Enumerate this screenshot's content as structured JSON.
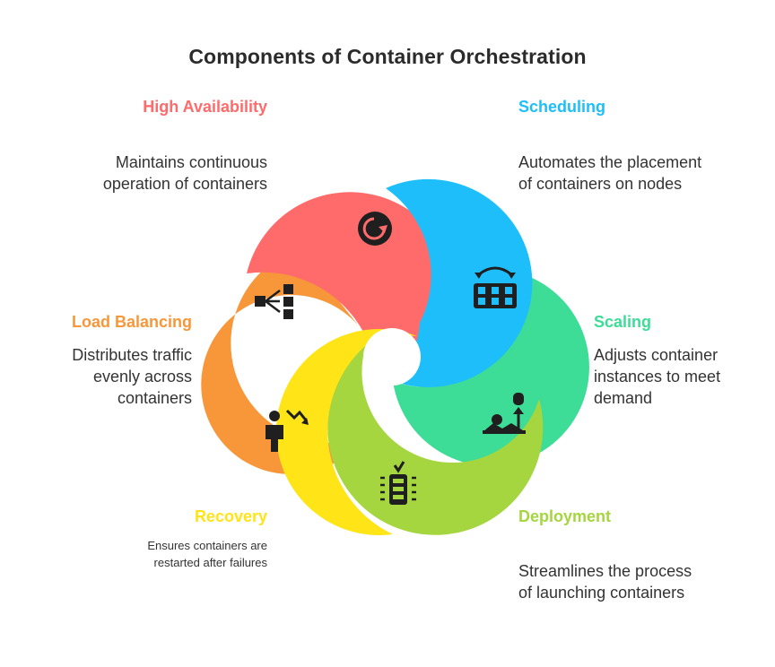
{
  "title": "Components of Container Orchestration",
  "colors": {
    "high_availability": "#FF6B6B",
    "scheduling": "#1EBEFA",
    "scaling": "#3DDC97",
    "deployment": "#A5D63F",
    "recovery": "#FFE418",
    "load_balancing": "#F7973A",
    "icon": "#1f1f1f"
  },
  "components": {
    "high_availability": {
      "label": "High Availability",
      "desc_lines": [
        "Maintains continuous",
        "operation of containers"
      ],
      "icon": "power-restart-icon"
    },
    "scheduling": {
      "label": "Scheduling",
      "desc_lines": [
        "Automates the placement",
        "of containers on nodes"
      ],
      "icon": "node-transfer-icon"
    },
    "scaling": {
      "label": "Scaling",
      "desc_lines": [
        "Adjusts container",
        "instances to meet",
        "demand"
      ],
      "icon": "scale-up-icon"
    },
    "deployment": {
      "label": "Deployment",
      "desc_lines": [
        "Streamlines the process",
        "of launching containers"
      ],
      "icon": "server-deploy-icon"
    },
    "recovery": {
      "label": "Recovery",
      "desc_lines": [
        "Ensures containers are",
        "restarted after failures"
      ],
      "icon": "person-recovery-icon"
    },
    "load_balancing": {
      "label": "Load Balancing",
      "desc_lines": [
        "Distributes traffic",
        "evenly across",
        "containers"
      ],
      "icon": "traffic-distribution-icon"
    }
  }
}
